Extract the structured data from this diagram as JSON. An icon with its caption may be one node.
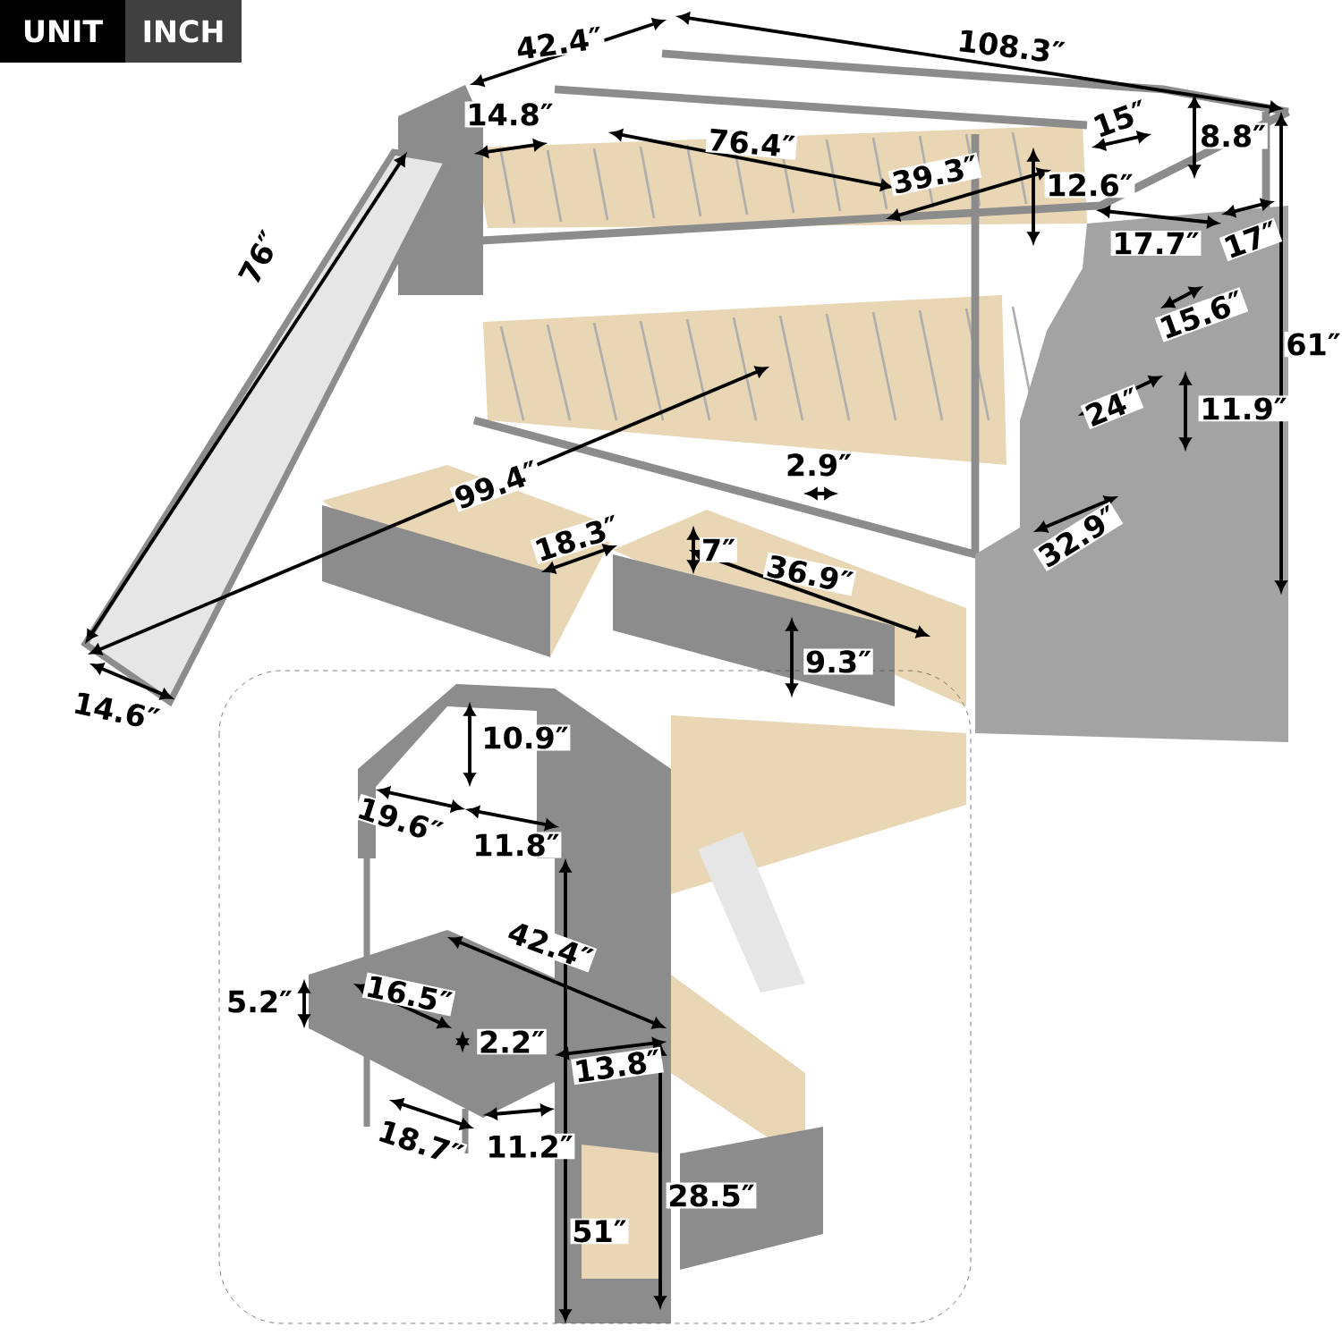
{
  "diagram": {
    "labels": [
      "UNIT",
      "INCH",
      "42.4″",
      "108.3″",
      "14.8″",
      "76.4″",
      "15″",
      "8.8″",
      "39.3″",
      "12.6″",
      "17.7″",
      "17″",
      "61″",
      "15.6″",
      "76″",
      "24″",
      "11.9″",
      "99.4″",
      "2.9″",
      "18.3″",
      "7″",
      "36.9″",
      "32.9″",
      "9.3″",
      "14.6″",
      "10.9″",
      "19.6″",
      "11.8″",
      "42.4″",
      "5.2″",
      "16.5″",
      "2.2″",
      "13.8″",
      "18.7″",
      "11.2″",
      "51″",
      "28.5″"
    ]
  }
}
